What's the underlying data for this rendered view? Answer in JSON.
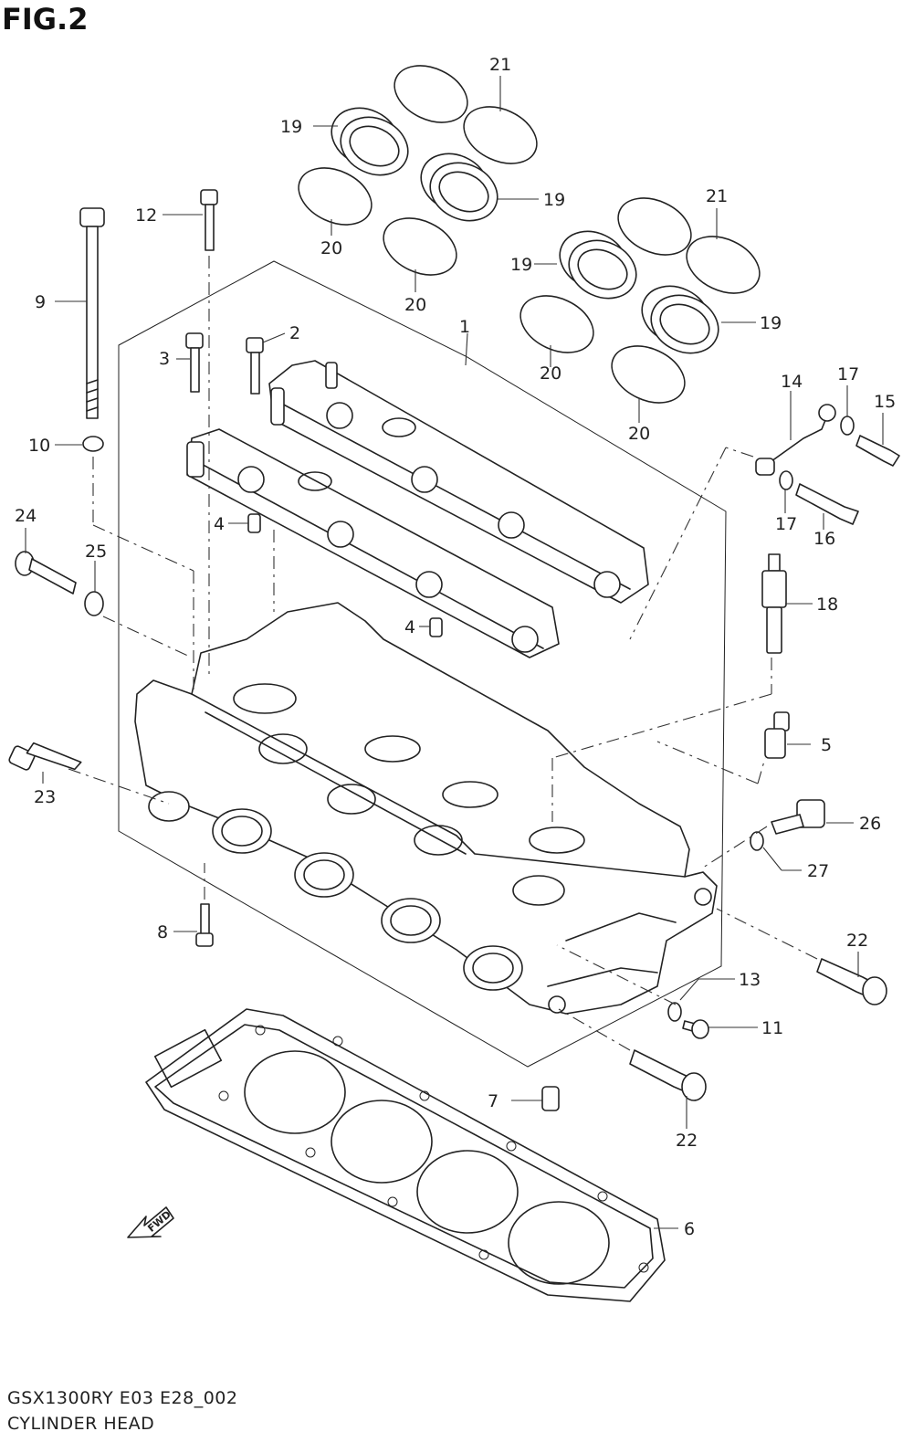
{
  "figure": {
    "title": "FIG.2",
    "model_code": "GSX1300RY E03 E28_002",
    "caption": "CYLINDER HEAD"
  },
  "forward_marker": "FWD",
  "callouts": [
    "1",
    "2",
    "3",
    "4",
    "4",
    "5",
    "6",
    "7",
    "8",
    "9",
    "10",
    "11",
    "12",
    "13",
    "14",
    "15",
    "16",
    "17",
    "17",
    "18",
    "19",
    "19",
    "19",
    "19",
    "20",
    "20",
    "20",
    "20",
    "21",
    "21",
    "22",
    "22",
    "23",
    "24",
    "25",
    "26",
    "27"
  ]
}
